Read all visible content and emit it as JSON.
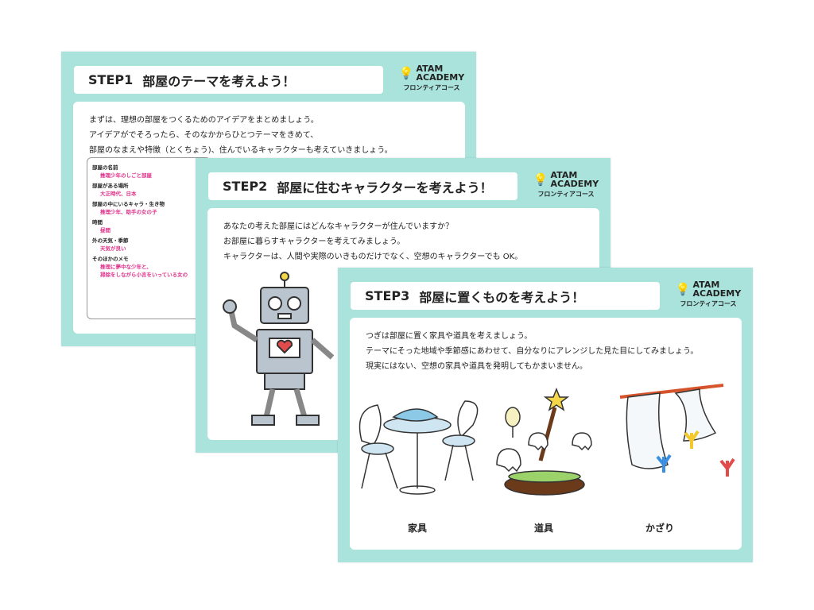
{
  "logo": {
    "line1": "ATAM",
    "line2": "ACADEMY",
    "course": "フロンティアコース"
  },
  "slides": [
    {
      "step": "STEP1",
      "title": "部屋のテーマを考えよう！",
      "intro": [
        "まずは、理想の部屋をつくるためのアイデアをまとめましょう。",
        "アイデアがでそろったら、そのなかからひとつテーマをきめて、",
        "部屋のなまえや特徴（とくちょう)、住んでいるキャラクターも考えていきましょう。"
      ],
      "form": [
        {
          "label": "部屋の名前",
          "value": "推理少年のしごと部屋"
        },
        {
          "label": "部屋がある場所",
          "value": "大正時代、日本"
        },
        {
          "label": "部屋の中にいるキャラ・生き物",
          "value": "推理少年、助手の女の子"
        },
        {
          "label": "時間",
          "value": "昼間"
        },
        {
          "label": "外の天気・季節",
          "value": "天気が良い"
        },
        {
          "label": "そのほかのメモ",
          "value": "推理に夢中な少年と、",
          "value2": "掃除をしながら小言をいっている女の"
        }
      ]
    },
    {
      "step": "STEP2",
      "title": "部屋に住むキャラクターを考えよう！",
      "intro": [
        "あなたの考えた部屋にはどんなキャラクターが住んでいますか？",
        "お部屋に暮らすキャラクターを考えてみましょう。",
        "キャラクターは、人間や実際のいきものだけでなく、空想のキャラクターでも OK。"
      ]
    },
    {
      "step": "STEP3",
      "title": "部屋に置くものを考えよう！",
      "intro": [
        "つぎは部屋に置く家具や道具を考えましょう。",
        "テーマにそった地域や季節感にあわせて、自分なりにアレンジした見た目にしてみましょう。",
        "現実にはない、空想の家具や道具を発明してもかまいません。"
      ],
      "captions": [
        "家具",
        "道具",
        "かざり"
      ]
    }
  ],
  "colors": {
    "teal": "#a9e3dc",
    "accent": "#e0308a"
  }
}
